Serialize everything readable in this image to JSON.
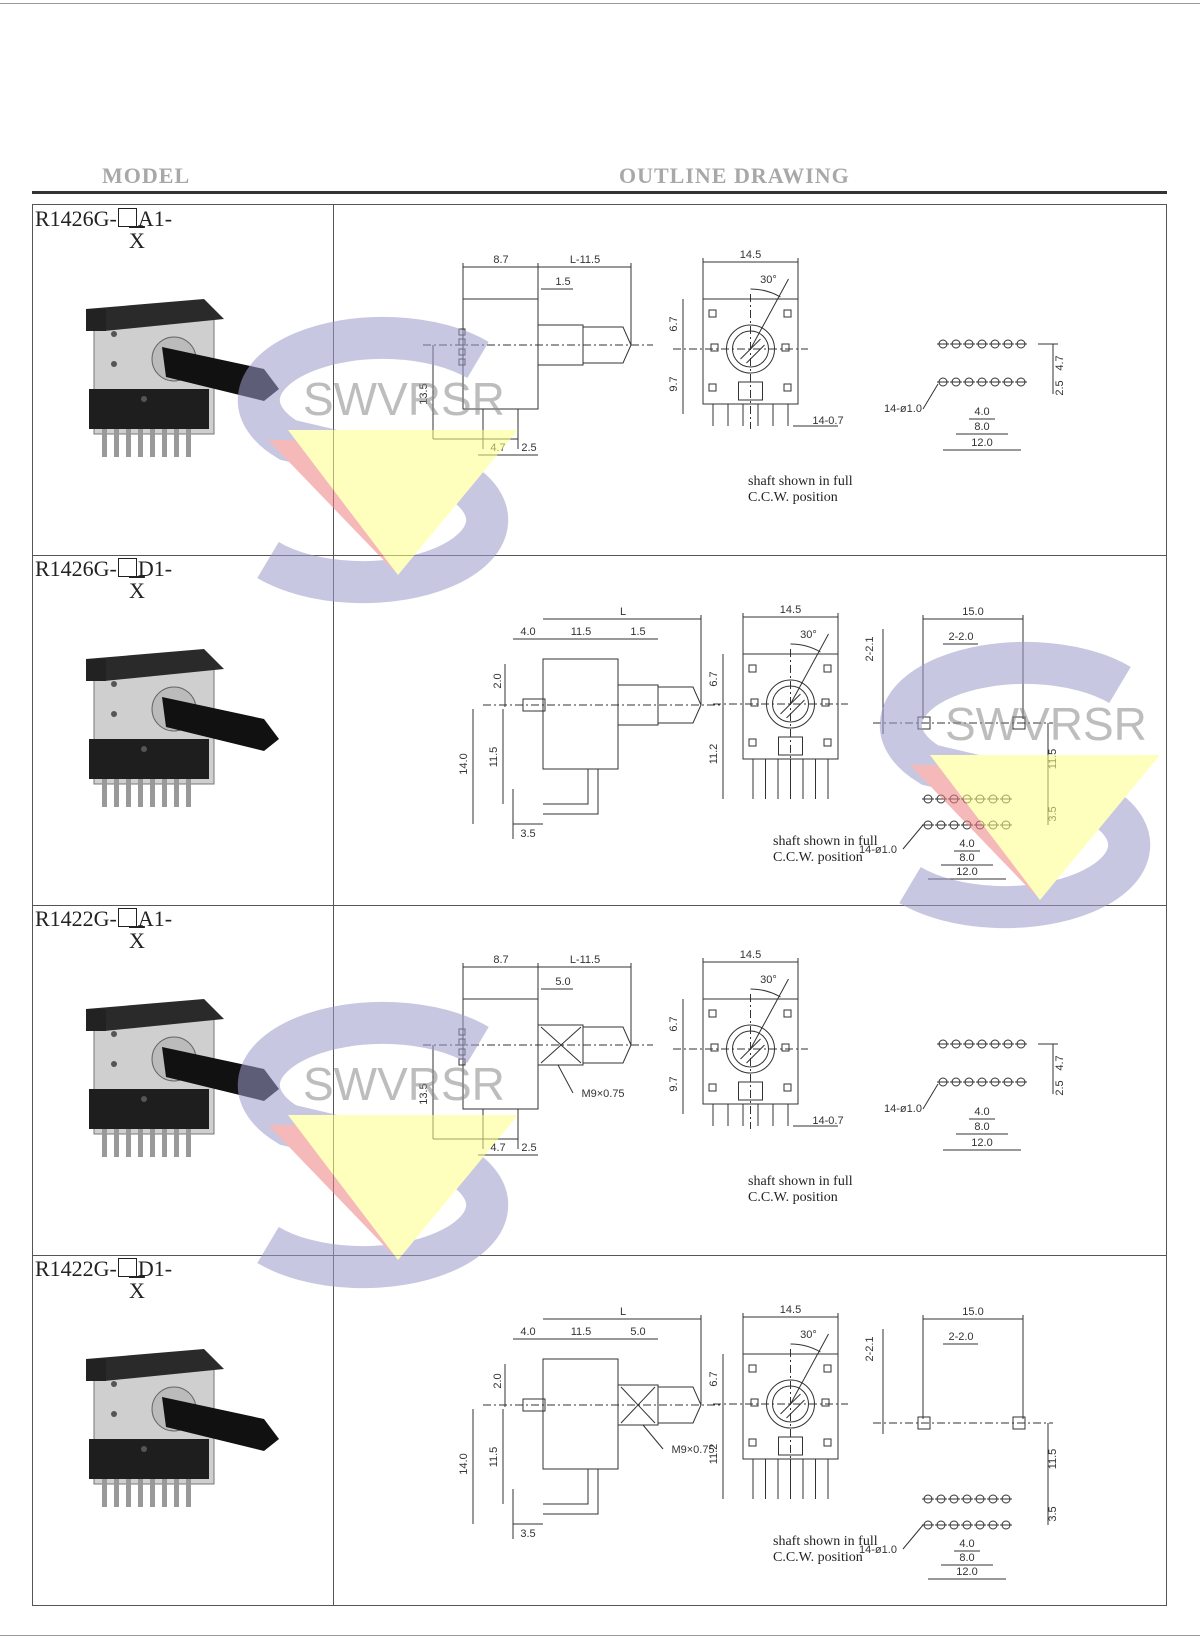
{
  "header": {
    "model_label": "MODEL",
    "outline_label": "OUTLINE DRAWING"
  },
  "watermark": {
    "text": "SWVRSR",
    "colors": {
      "ring": "#9b9bcc",
      "red": "#f08080",
      "yellow": "#ffff88"
    }
  },
  "rows": [
    {
      "model_prefix": "R1426G-",
      "model_suffix": "A1-",
      "model_x": "X",
      "variant": "A",
      "shaft_note_1": "shaft shown in full",
      "shaft_note_2": "C.C.W. position",
      "dims": {
        "d1": "8.7",
        "d2": "L-11.5",
        "d3": "1.5",
        "d4": "13.5",
        "d5": "4.7",
        "d6": "2.5",
        "f1": "14.5",
        "f2": "30°",
        "f3": "6.7",
        "f4": "9.7",
        "f5": "14-0.7",
        "p1": "4.7",
        "p2": "2.5",
        "p3": "14-ø1.0",
        "p4": "4.0",
        "p5": "8.0",
        "p6": "12.0"
      }
    },
    {
      "model_prefix": "R1426G-",
      "model_suffix": "D1-",
      "model_x": "X",
      "variant": "D",
      "shaft_note_1": "shaft shown in full",
      "shaft_note_2": "C.C.W. position",
      "dims": {
        "d1": "L",
        "d2": "4.0",
        "d3": "11.5",
        "d4": "1.5",
        "d5": "2.0",
        "d6": "14.0",
        "d7": "11.5",
        "d8": "3.5",
        "f1": "14.5",
        "f2": "30°",
        "f3": "6.7",
        "f4": "11.2",
        "p1": "15.0",
        "p2": "2-2.1",
        "p3": "2-2.0",
        "p4": "11.5",
        "p5": "3.5",
        "p6": "14-ø1.0",
        "p7": "4.0",
        "p8": "8.0",
        "p9": "12.0"
      }
    },
    {
      "model_prefix": "R1422G-",
      "model_suffix": "A1-",
      "model_x": "X",
      "variant": "A",
      "thread": "M9×0.75",
      "shaft_note_1": "shaft shown in full",
      "shaft_note_2": "C.C.W. position",
      "dims": {
        "d1": "8.7",
        "d2": "L-11.5",
        "d3": "5.0",
        "d4": "13.5",
        "d5": "4.7",
        "d6": "2.5",
        "f1": "14.5",
        "f2": "30°",
        "f3": "6.7",
        "f4": "9.7",
        "f5": "14-0.7",
        "p1": "4.7",
        "p2": "2.5",
        "p3": "14-ø1.0",
        "p4": "4.0",
        "p5": "8.0",
        "p6": "12.0"
      }
    },
    {
      "model_prefix": "R1422G-",
      "model_suffix": "D1-",
      "model_x": "X",
      "variant": "D",
      "thread": "M9×0.75",
      "shaft_note_1": "shaft shown in full",
      "shaft_note_2": "C.C.W. position",
      "dims": {
        "d1": "L",
        "d2": "4.0",
        "d3": "11.5",
        "d4": "5.0",
        "d5": "2.0",
        "d6": "14.0",
        "d7": "11.5",
        "d8": "3.5",
        "f1": "14.5",
        "f2": "30°",
        "f3": "6.7",
        "f4": "11.2",
        "p1": "15.0",
        "p2": "2-2.1",
        "p3": "2-2.0",
        "p4": "11.5",
        "p5": "3.5",
        "p6": "14-ø1.0",
        "p7": "4.0",
        "p8": "8.0",
        "p9": "12.0"
      }
    }
  ]
}
